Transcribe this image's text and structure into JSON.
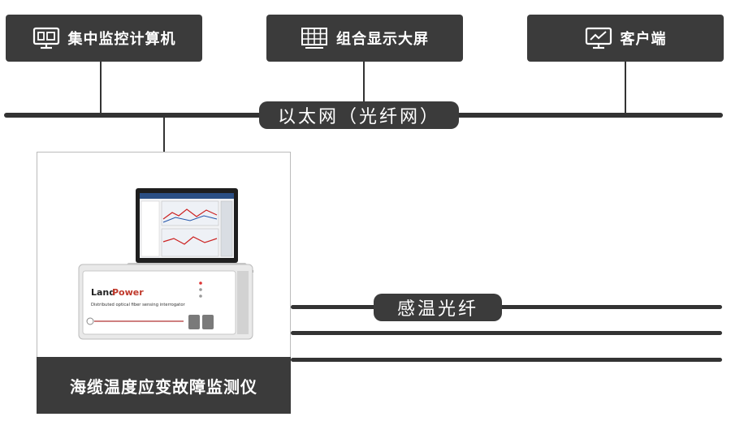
{
  "top_nodes": [
    {
      "label": "集中监控计算机",
      "icon": "computer-monitor-icon"
    },
    {
      "label": "组合显示大屏",
      "icon": "video-wall-icon"
    },
    {
      "label": "客户端",
      "icon": "monitor-chart-icon"
    }
  ],
  "network_label": "以太网（光纤网）",
  "sensing_fiber_label": "感温光纤",
  "device": {
    "label": "海缆温度应变故障监测仪",
    "brand": "LandPower",
    "brand_part1": "Land",
    "brand_part2": "Power",
    "subtitle": "Distributed optical fiber sensing interrogator"
  },
  "colors": {
    "box_bg": "#3b3b3b",
    "line": "#333333",
    "text_on_dark": "#ffffff"
  }
}
